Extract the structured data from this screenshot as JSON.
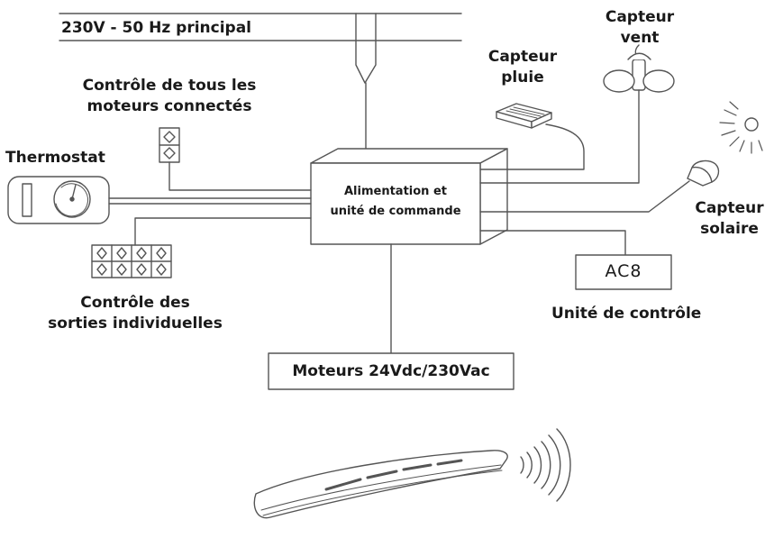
{
  "labels": {
    "mains": "230V - 50 Hz principal",
    "control_all": [
      "Contrôle de tous les",
      "moteurs connectés"
    ],
    "thermostat": "Thermostat",
    "rain_sensor": [
      "Capteur",
      "pluie"
    ],
    "wind_sensor": [
      "Capteur",
      "vent"
    ],
    "solar_sensor": [
      "Capteur",
      "solaire"
    ],
    "power_unit": [
      "Alimentation et",
      "unité de commande"
    ],
    "control_unit_code": "AC8",
    "control_unit": "Unité de contrôle",
    "individual_outputs": [
      "Contrôle des",
      "sorties individuelles"
    ],
    "motors": "Moteurs 24Vdc/230Vac"
  },
  "line_color": "#555555",
  "icons": [
    "plug-icon",
    "double-switch-icon",
    "thermostat-icon",
    "rain-sensor-icon",
    "anemometer-icon",
    "sun-icon",
    "solar-sensor-icon",
    "switch-bank-icon",
    "remote-control-icon",
    "signal-waves-icon"
  ]
}
